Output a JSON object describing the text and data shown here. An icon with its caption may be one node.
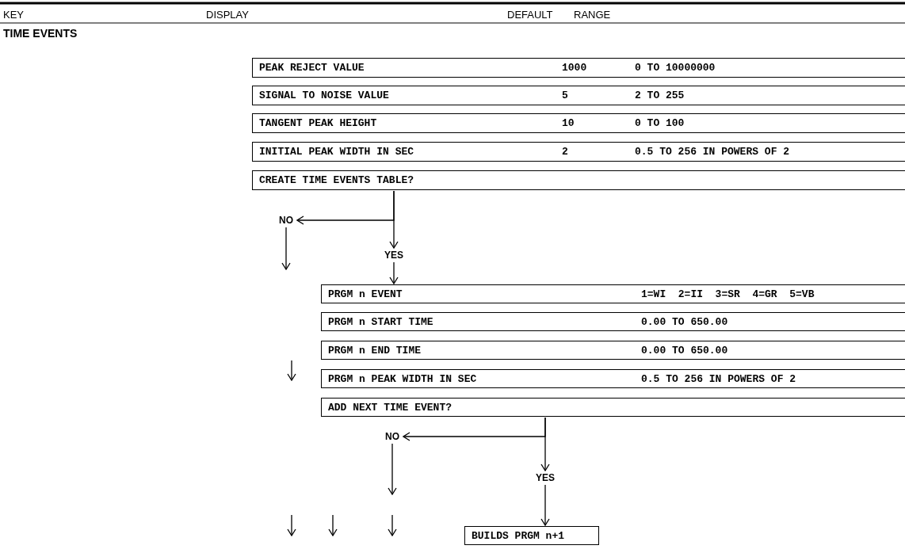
{
  "diagram": {
    "nodes": [
      {
        "text": [
          "PEAK REJECT VALUE",
          "1000",
          "0 TO 10000000"
        ]
      },
      {
        "text": [
          "SIGNAL TO NOISE VALUE",
          "5",
          "2 TO 255"
        ]
      },
      {
        "text": [
          "TANGENT PEAK HEIGHT",
          "10",
          "0 TO 100"
        ]
      },
      {
        "text": [
          "INITIAL PEAK WIDTH IN SEC",
          "2",
          "0.5 TO 256 IN POWERS OF 2"
        ]
      },
      {
        "text": [
          "CREATE TIME EVENTS TABLE?"
        ]
      },
      {
        "text": [
          "NO"
        ]
      },
      {
        "text": [
          "YES"
        ]
      },
      {
        "text": [
          "PRGM n EVENT",
          "1=WI  2=II  3=SR  4=GR  5=VB"
        ]
      },
      {
        "text": [
          "PRGM n START TIME",
          "0.00 TO 650.00"
        ]
      },
      {
        "text": [
          "PRGM n END TIME",
          "0.00 TO 650.00"
        ]
      },
      {
        "text": [
          "PRGM n PEAK WIDTH IN SEC",
          "0.5 TO 256 IN POWERS OF 2"
        ]
      },
      {
        "text": [
          "ADD NEXT TIME EVENT?"
        ]
      },
      {
        "text": [
          "NO"
        ]
      },
      {
        "text": [
          "YES"
        ]
      },
      {
        "text": [
          "BUILDS PRGM n+1"
        ]
      }
    ],
    "edges": [
      {
        "from": 4,
        "to": 5,
        "arrow": "to"
      },
      {
        "from": 4,
        "to": 6,
        "arrow": "to"
      },
      {
        "from": 6,
        "to": 7,
        "arrow": "to"
      },
      {
        "from": 5,
        "to": null,
        "arrow": "to"
      },
      {
        "from": 11,
        "to": 12,
        "arrow": "to"
      },
      {
        "from": 11,
        "to": 13,
        "arrow": "to"
      },
      {
        "from": 13,
        "to": 14,
        "arrow": "to"
      },
      {
        "from": 12,
        "to": null,
        "arrow": "to"
      }
    ],
    "labels": [
      "KEY",
      "DISPLAY",
      "DEFAULT",
      "RANGE",
      "TIME EVENTS"
    ]
  }
}
